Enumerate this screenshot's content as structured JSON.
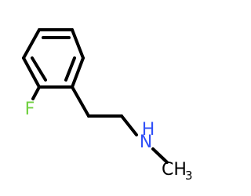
{
  "molecule": {
    "atoms": {
      "fluorine": {
        "symbol": "F",
        "color": "#70d040"
      },
      "nitrogen": {
        "symbol": "N",
        "color": "#3050f8"
      },
      "nitrogen_h": {
        "symbol": "H",
        "color": "#3050f8"
      },
      "methyl_c": {
        "symbol": "CH",
        "subscript": "3",
        "color": "#000000"
      }
    }
  }
}
